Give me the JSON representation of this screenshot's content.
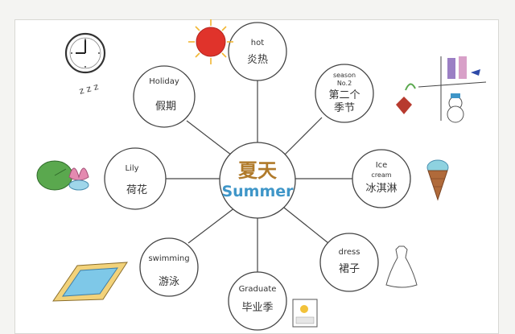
{
  "center": {
    "zh": "夏天",
    "en": "Summer"
  },
  "nodes": {
    "hot": {
      "en": "hot",
      "zh": "炎热"
    },
    "season": {
      "en1": "season",
      "en2": "No.2",
      "zh1": "第二个",
      "zh2": "季节"
    },
    "icecream": {
      "en1": "Ice",
      "en2": "cream",
      "zh": "冰淇淋"
    },
    "dress": {
      "en": "dress",
      "zh": "裙子"
    },
    "graduate": {
      "en": "Graduate",
      "zh": "毕业季"
    },
    "swimming": {
      "en": "swimming",
      "zh": "游泳"
    },
    "lily": {
      "en": "Lily",
      "zh": "荷花"
    },
    "holiday": {
      "en": "Holiday",
      "zh": "假期"
    }
  },
  "doodles": {
    "sleep": "z z z"
  },
  "colors": {
    "sun": "#e0332b",
    "sun_rays": "#f2b632",
    "lily_leaf": "#5aa84e",
    "lotus": "#e48ab0",
    "pool": "#7ec8e8",
    "cone": "#b06a3a",
    "icecream_top": "#8ed2e0",
    "maple": "#b73a2e",
    "center_zh": "#b07a2a",
    "center_en": "#3f96c8"
  }
}
